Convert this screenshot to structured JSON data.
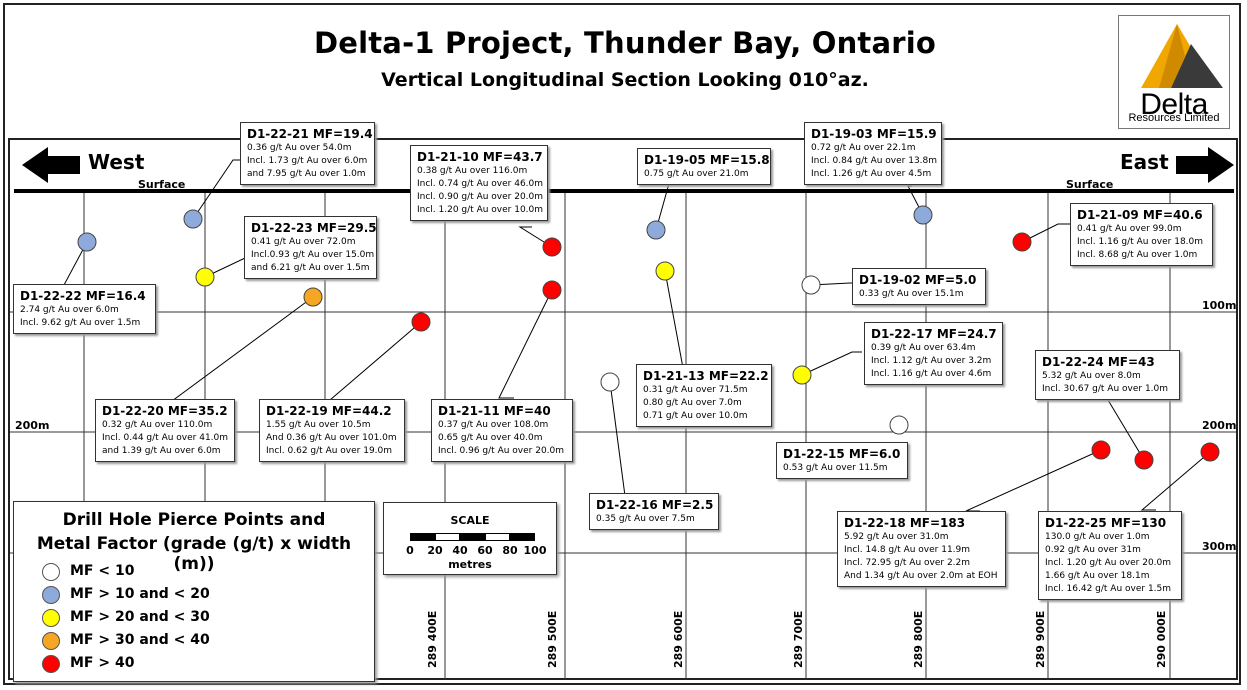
{
  "title": "Delta-1 Project, Thunder Bay, Ontario",
  "subtitle": "Vertical Longitudinal Section Looking 010°az.",
  "logo": {
    "text": "Delta",
    "subtext": "Resources Limited"
  },
  "direction": {
    "west": "West",
    "east": "East"
  },
  "surface_label": "Surface",
  "elevations": [
    "100m",
    "200m",
    "300m"
  ],
  "eastings": [
    "289 400E",
    "289 500E",
    "289 600E",
    "289 700E",
    "289 800E",
    "289 900E",
    "290 000E"
  ],
  "colors": {
    "mf_lt_10": "#ffffff",
    "mf_10_20": "#8eaadb",
    "mf_20_30": "#ffff00",
    "mf_30_40": "#f5a623",
    "mf_gt_40": "#ff0000"
  },
  "legend": {
    "title_line1": "Drill Hole Pierce Points and",
    "title_line2": "Metal Factor (grade (g/t) x width (m))",
    "items": [
      {
        "label": "MF < 10",
        "color": "#ffffff"
      },
      {
        "label": "MF > 10 and < 20",
        "color": "#8eaadb"
      },
      {
        "label": "MF > 20 and < 30",
        "color": "#ffff00"
      },
      {
        "label": "MF > 30 and < 40",
        "color": "#f5a623"
      },
      {
        "label": "MF > 40",
        "color": "#ff0000"
      }
    ]
  },
  "scale": {
    "title": "SCALE",
    "ticks": [
      "0",
      "20",
      "40",
      "60",
      "80",
      "100"
    ],
    "unit": "metres"
  },
  "drill_holes": [
    {
      "id": "D1-22-21",
      "header": "D1-22-21 MF=19.4",
      "lines": [
        "0.36 g/t Au over 54.0m",
        "Incl. 1.73 g/t Au over 6.0m",
        "and 7.95 g/t Au over 1.0m"
      ]
    },
    {
      "id": "D1-21-10",
      "header": "D1-21-10 MF=43.7",
      "lines": [
        "0.38 g/t Au over 116.0m",
        "Incl. 0.74 g/t Au over 46.0m",
        "Incl. 0.90 g/t Au over 20.0m",
        "Incl. 1.20 g/t Au over 10.0m"
      ]
    },
    {
      "id": "D1-19-05",
      "header": "D1-19-05 MF=15.8",
      "lines": [
        "0.75 g/t Au over 21.0m"
      ]
    },
    {
      "id": "D1-19-03",
      "header": "D1-19-03 MF=15.9",
      "lines": [
        "0.72 g/t Au over 22.1m",
        "Incl. 0.84 g/t Au over 13.8m",
        "Incl. 1.26 g/t Au over 4.5m"
      ]
    },
    {
      "id": "D1-21-09",
      "header": "D1-21-09 MF=40.6",
      "lines": [
        "0.41 g/t Au over 99.0m",
        "Incl. 1.16 g/t Au over 18.0m",
        "Incl. 8.68 g/t Au over 1.0m"
      ]
    },
    {
      "id": "D1-22-23",
      "header": "D1-22-23 MF=29.5",
      "lines": [
        "0.41 g/t Au over 72.0m",
        "Incl.0.93 g/t Au over 15.0m",
        "and 6.21 g/t Au over 1.5m"
      ]
    },
    {
      "id": "D1-22-22",
      "header": "D1-22-22 MF=16.4",
      "lines": [
        "2.74 g/t Au over 6.0m",
        "Incl. 9.62 g/t Au over 1.5m"
      ]
    },
    {
      "id": "D1-19-02",
      "header": "D1-19-02 MF=5.0",
      "lines": [
        "0.33 g/t Au over 15.1m"
      ]
    },
    {
      "id": "D1-22-17",
      "header": "D1-22-17 MF=24.7",
      "lines": [
        "0.39 g/t Au over 63.4m",
        "Incl. 1.12 g/t Au over 3.2m",
        "Incl. 1.16 g/t Au over 4.6m"
      ]
    },
    {
      "id": "D1-21-13",
      "header": "D1-21-13 MF=22.2",
      "lines": [
        "0.31 g/t Au over 71.5m",
        "0.80 g/t Au over 7.0m",
        "0.71 g/t Au over 10.0m"
      ]
    },
    {
      "id": "D1-22-24",
      "header": "D1-22-24 MF=43",
      "lines": [
        "5.32 g/t Au over 8.0m",
        "Incl. 30.67 g/t Au over 1.0m"
      ]
    },
    {
      "id": "D1-22-20",
      "header": "D1-22-20 MF=35.2",
      "lines": [
        "0.32 g/t Au over 110.0m",
        "Incl. 0.44 g/t Au over 41.0m",
        "and 1.39 g/t Au over 6.0m"
      ]
    },
    {
      "id": "D1-22-19",
      "header": "D1-22-19 MF=44.2",
      "lines": [
        "1.55 g/t Au over 10.5m",
        "And 0.36 g/t Au over 101.0m",
        "Incl. 0.62 g/t Au over 19.0m"
      ]
    },
    {
      "id": "D1-21-11",
      "header": "D1-21-11 MF=40",
      "lines": [
        "0.37 g/t Au over 108.0m",
        "0.65 g/t Au over 40.0m",
        "Incl. 0.96 g/t Au over 20.0m"
      ]
    },
    {
      "id": "D1-22-15",
      "header": "D1-22-15 MF=6.0",
      "lines": [
        "0.53 g/t Au over 11.5m"
      ]
    },
    {
      "id": "D1-22-16",
      "header": "D1-22-16 MF=2.5",
      "lines": [
        "0.35 g/t Au over 7.5m"
      ]
    },
    {
      "id": "D1-22-18",
      "header": "D1-22-18 MF=183",
      "lines": [
        "5.92 g/t Au over 31.0m",
        "Incl. 14.8 g/t Au over 11.9m",
        "Incl. 72.95 g/t Au over 2.2m",
        "And 1.34 g/t Au over 2.0m at EOH"
      ]
    },
    {
      "id": "D1-22-25",
      "header": "D1-22-25 MF=130",
      "lines": [
        "130.0 g/t Au over 1.0m",
        "0.92 g/t Au over 31m",
        "Incl. 1.20 g/t Au over 20.0m",
        "1.66 g/t Au over 18.1m",
        "Incl. 16.42 g/t Au over 1.5m"
      ]
    }
  ]
}
